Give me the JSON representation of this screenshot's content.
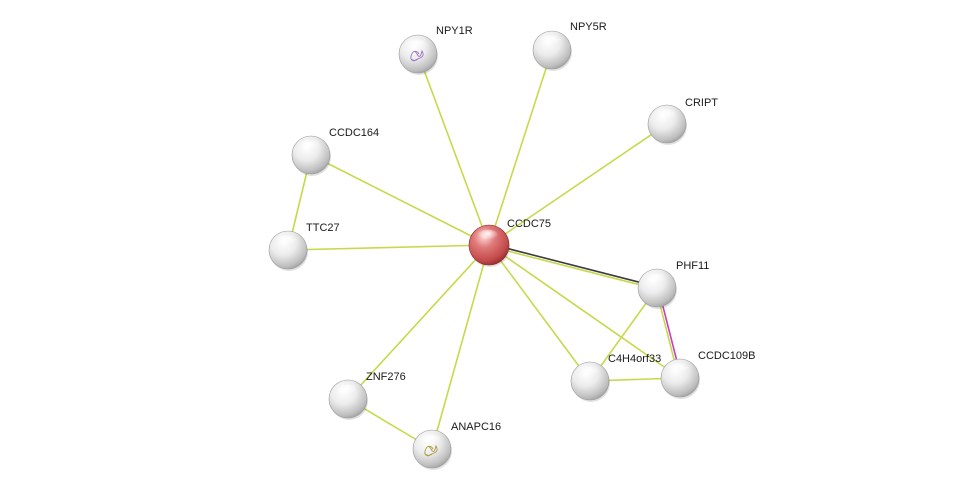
{
  "network": {
    "center": "CCDC75",
    "nodes": [
      {
        "id": "CCDC75",
        "label": "CCDC75",
        "color": "query",
        "structure": ""
      },
      {
        "id": "NPY1R",
        "label": "NPY1R",
        "color": "default",
        "structure": "protein-structure-purple"
      },
      {
        "id": "NPY5R",
        "label": "NPY5R",
        "color": "default",
        "structure": ""
      },
      {
        "id": "CRIPT",
        "label": "CRIPT",
        "color": "default",
        "structure": ""
      },
      {
        "id": "CCDC164",
        "label": "CCDC164",
        "color": "default",
        "structure": ""
      },
      {
        "id": "TTC27",
        "label": "TTC27",
        "color": "default",
        "structure": ""
      },
      {
        "id": "PHF11",
        "label": "PHF11",
        "color": "default",
        "structure": ""
      },
      {
        "id": "C4H4orf33",
        "label": "C4H4orf33",
        "color": "default",
        "structure": ""
      },
      {
        "id": "CCDC109B",
        "label": "CCDC109B",
        "color": "default",
        "structure": ""
      },
      {
        "id": "ZNF276",
        "label": "ZNF276",
        "color": "default",
        "structure": ""
      },
      {
        "id": "ANAPC16",
        "label": "ANAPC16",
        "color": "default",
        "structure": "protein-structure-olive"
      }
    ],
    "edges": [
      {
        "source": "CCDC75",
        "target": "NPY1R",
        "types": [
          "textmining"
        ]
      },
      {
        "source": "CCDC75",
        "target": "NPY5R",
        "types": [
          "textmining"
        ]
      },
      {
        "source": "CCDC75",
        "target": "CRIPT",
        "types": [
          "textmining"
        ]
      },
      {
        "source": "CCDC75",
        "target": "CCDC164",
        "types": [
          "textmining"
        ]
      },
      {
        "source": "CCDC75",
        "target": "TTC27",
        "types": [
          "textmining"
        ]
      },
      {
        "source": "CCDC75",
        "target": "PHF11",
        "types": [
          "coexpression",
          "textmining"
        ]
      },
      {
        "source": "CCDC75",
        "target": "C4H4orf33",
        "types": [
          "textmining"
        ]
      },
      {
        "source": "CCDC75",
        "target": "CCDC109B",
        "types": [
          "textmining"
        ]
      },
      {
        "source": "CCDC75",
        "target": "ZNF276",
        "types": [
          "textmining"
        ]
      },
      {
        "source": "CCDC75",
        "target": "ANAPC16",
        "types": [
          "textmining"
        ]
      },
      {
        "source": "CCDC164",
        "target": "TTC27",
        "types": [
          "textmining"
        ]
      },
      {
        "source": "PHF11",
        "target": "C4H4orf33",
        "types": [
          "textmining"
        ]
      },
      {
        "source": "PHF11",
        "target": "CCDC109B",
        "types": [
          "experimental",
          "textmining"
        ]
      },
      {
        "source": "C4H4orf33",
        "target": "CCDC109B",
        "types": [
          "textmining"
        ]
      },
      {
        "source": "ZNF276",
        "target": "ANAPC16",
        "types": [
          "textmining"
        ]
      }
    ],
    "edge_colors": {
      "textmining": "#c7d94a",
      "coexpression": "#3d3d3d",
      "experimental": "#c43ec4"
    },
    "node_colors": {
      "query": "#d95a5a",
      "default": "#d6d6d6"
    }
  }
}
